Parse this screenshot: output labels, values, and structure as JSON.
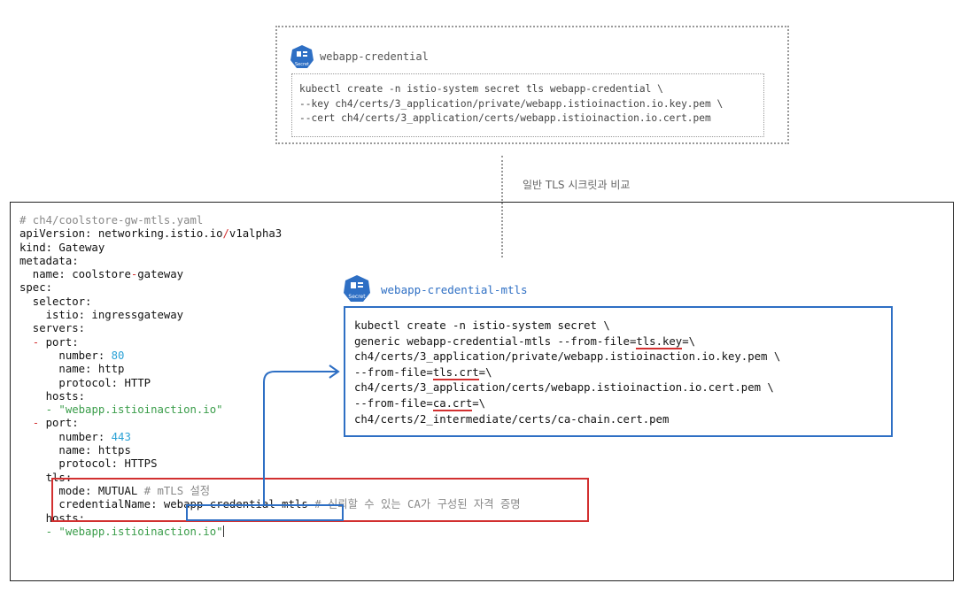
{
  "top": {
    "title": "webapp-credential",
    "cmd_lines": [
      "kubectl create -n istio-system secret tls webapp-credential \\",
      "--key ch4/certs/3_application/private/webapp.istioinaction.io.key.pem \\",
      "--cert ch4/certs/3_application/certs/webapp.istioinaction.io.cert.pem"
    ]
  },
  "compare_label": "일반 TLS 시크릿과 비교",
  "secret_icon_label": "Secret",
  "yaml": {
    "comment_file": "# ch4/coolstore-gw-mtls.yaml",
    "api_prefix": "apiVersion: networking.istio.io",
    "api_slash": "/",
    "api_suffix": "v1alpha3",
    "kind": "kind: Gateway",
    "metadata": "metadata:",
    "name_prefix": "  name: coolstore",
    "name_dash": "-",
    "name_suffix": "gateway",
    "spec": "spec:",
    "selector": "  selector:",
    "istio": "    istio: ingressgateway",
    "servers": "  servers:",
    "dash": "  -",
    "port": " port:",
    "number_key": "      number: ",
    "port1_number": "80",
    "name_http": "      name: http",
    "protocol_http": "      protocol: HTTP",
    "hosts": "    hosts:",
    "host_indent": "    ",
    "host_value": "- \"webapp.istioinaction.io\"",
    "port2_number": "443",
    "name_https": "      name: https",
    "protocol_https": "      protocol: HTTPS",
    "tls": "    tls:",
    "mode": "      mode: MUTUAL ",
    "mode_comment": "# mTLS 설정",
    "cred_key": "      credentialName: ",
    "cred_value": "webapp-credential-mtls",
    "cred_comment": " # 신뢰할 수 있는 CA가 구성된 자격 증명"
  },
  "mtls": {
    "title": "webapp-credential-mtls",
    "l1": "kubectl create -n istio-system secret \\",
    "l2_pre": "generic webapp-credential-mtls --from-file=",
    "l2_u": "tls.key",
    "l2_post": "=\\",
    "l3": "ch4/certs/3_application/private/webapp.istioinaction.io.key.pem \\",
    "l4_pre": "--from-file=",
    "l4_u": "tls.crt",
    "l4_post": "=\\",
    "l5": "ch4/certs/3_application/certs/webapp.istioinaction.io.cert.pem \\",
    "l6_pre": "--from-file=",
    "l6_u": "ca.crt",
    "l6_post": "=\\",
    "l7": "ch4/certs/2_intermediate/certs/ca-chain.cert.pem"
  },
  "colors": {
    "blue": "#2e6fc4",
    "red": "#d23030",
    "green": "#3a9d4a",
    "number": "#2aa1d6",
    "dotted": "#9a9a9a"
  }
}
